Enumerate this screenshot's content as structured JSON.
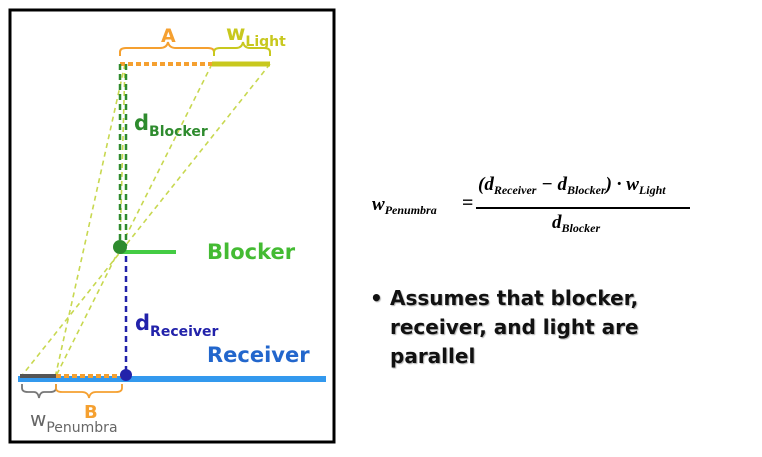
{
  "diagram": {
    "label_a": "A",
    "label_w": "w",
    "label_w_light_sub": "Light",
    "label_d": "d",
    "label_d_blocker_sub": "Blocker",
    "label_blocker": "Blocker",
    "label_d_receiver_sub": "Receiver",
    "label_receiver": "Receiver",
    "label_b": "B",
    "label_w_penumbra_sub": "Penumbra",
    "colors": {
      "frame": "#000000",
      "light": "#c8c81e",
      "orange": "#f5a030",
      "blocker_green": "#2e8b2e",
      "blocker_bar": "#44cc44",
      "receiver_blue": "#2222aa",
      "receiver_bar": "#3399ee",
      "penumbra_bar": "#555555"
    }
  },
  "formula": {
    "lhs_var": "w",
    "lhs_sub": "Penumbra",
    "equals": "=",
    "num_open": "(d",
    "num_sub1": "Receiver",
    "num_minus": " − d",
    "num_sub2": "Blocker",
    "num_close": ") · w",
    "num_sub3": "Light",
    "den_var": "d",
    "den_sub": "Blocker"
  },
  "bullet": {
    "marker": "•",
    "text": "Assumes that blocker, receiver, and light are parallel"
  }
}
